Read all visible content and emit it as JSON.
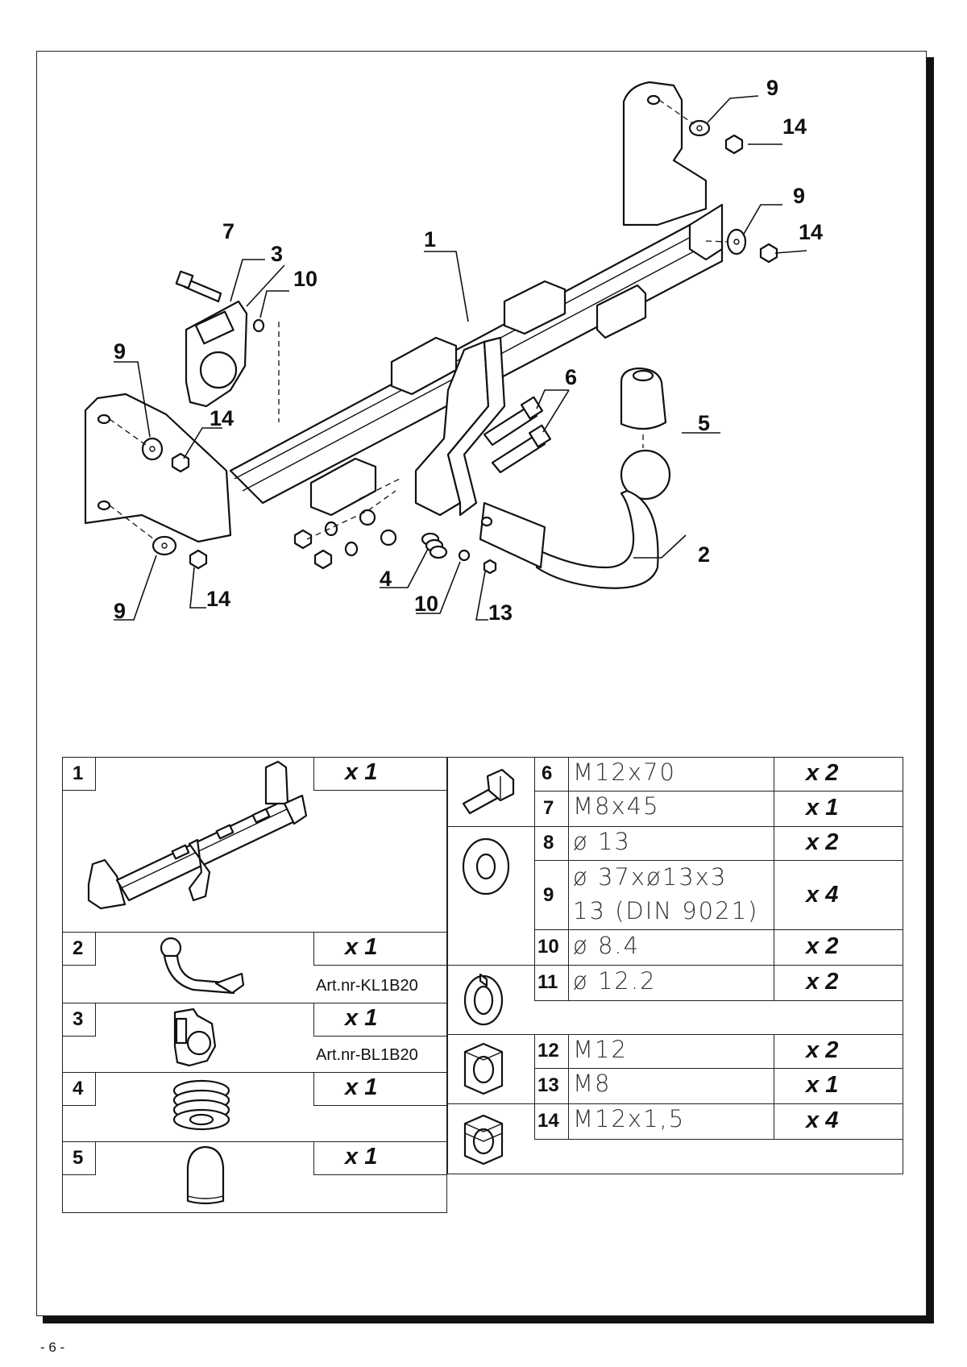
{
  "diagram_labels": {
    "l1": "1",
    "l2": "2",
    "l3": "3",
    "l4": "4",
    "l5": "5",
    "l6": "6",
    "l7": "7",
    "l9a": "9",
    "l9b": "9",
    "l9c": "9",
    "l9d": "9",
    "l10a": "10",
    "l10b": "10",
    "l13": "13",
    "l14a": "14",
    "l14b": "14",
    "l14c": "14",
    "l14d": "14"
  },
  "parts_left": [
    {
      "num": "1",
      "qty_x": "x",
      "qty_n": "1",
      "art": ""
    },
    {
      "num": "2",
      "qty_x": "x",
      "qty_n": "1",
      "art": "Art.nr-KL1B20"
    },
    {
      "num": "3",
      "qty_x": "x",
      "qty_n": "1",
      "art": "Art.nr-BL1B20"
    },
    {
      "num": "4",
      "qty_x": "x",
      "qty_n": "1",
      "art": ""
    },
    {
      "num": "5",
      "qty_x": "x",
      "qty_n": "1",
      "art": ""
    }
  ],
  "parts_right": [
    {
      "num": "6",
      "spec": "M12x70",
      "qty_x": "x",
      "qty_n": "2"
    },
    {
      "num": "7",
      "spec": "M8x45",
      "qty_x": "x",
      "qty_n": "1"
    },
    {
      "num": "8",
      "spec": "ø 13",
      "qty_x": "x",
      "qty_n": "2"
    },
    {
      "num": "9",
      "spec": "ø 37xø13x3",
      "spec2": "13  (DIN 9021)",
      "qty_x": "x",
      "qty_n": "4"
    },
    {
      "num": "10",
      "spec": "ø 8.4",
      "qty_x": "x",
      "qty_n": "2"
    },
    {
      "num": "11",
      "spec": "ø 12.2",
      "qty_x": "x",
      "qty_n": "2"
    },
    {
      "num": "12",
      "spec": "M12",
      "qty_x": "x",
      "qty_n": "2"
    },
    {
      "num": "13",
      "spec": "M8",
      "qty_x": "x",
      "qty_n": "1"
    },
    {
      "num": "14",
      "spec": "M12x1,5",
      "qty_x": "x",
      "qty_n": "4"
    }
  ],
  "page_number": "- 6 -"
}
